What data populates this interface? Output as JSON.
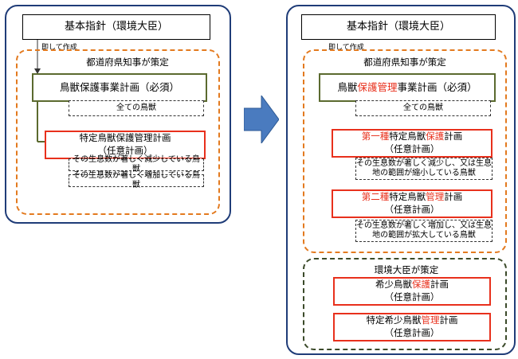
{
  "left": {
    "top_box": "基本指針（環境大臣）",
    "flow_label": "即して作成",
    "prefecture_label": "都道府県知事が策定",
    "plan_required": "鳥獣保護事業計画（必須）",
    "all_birds": "全ての鳥獣",
    "specified_plan_line1": "特定鳥獣保護管理計画",
    "specified_plan_line2": "（任意計画）",
    "note_decreasing": "その生息数が著しく減少している鳥獣",
    "note_increasing": "その生息数が著しく増加している鳥獣"
  },
  "right": {
    "top_box": "基本指針（環境大臣）",
    "flow_label": "即して作成",
    "prefecture_label": "都道府県知事が策定",
    "plan_required": {
      "pre": "鳥獣",
      "hl": "保護管理",
      "post": "事業計画（必須）"
    },
    "all_birds": "全ての鳥獣",
    "plan1": {
      "hl1": "第一種",
      "mid": "特定鳥獣",
      "hl2": "保護",
      "post": "計画",
      "line2": "（任意計画）"
    },
    "note1_line1": "その生息数が著しく減少し、又は生息",
    "note1_line2": "地の範囲が縮小している鳥獣",
    "plan2": {
      "hl1": "第二種",
      "mid": "特定鳥獣",
      "hl2": "管理",
      "post": "計画",
      "line2": "（任意計画）"
    },
    "note2_line1": "その生息数が著しく増加し、又は生息",
    "note2_line2": "地の範囲が拡大している鳥獣",
    "minister_label": "環境大臣が策定",
    "plan3": {
      "pre": "希少鳥獣",
      "hl": "保護",
      "post": "計画",
      "line2": "（任意計画）"
    },
    "plan4": {
      "pre": "特定希少鳥獣",
      "hl": "管理",
      "post": "計画",
      "line2": "（任意計画）"
    }
  },
  "colors": {
    "panel_border": "#1f3c78",
    "arrow": "#4a7bbf",
    "orange_region": "#e37a1f",
    "red_box": "#e8301c",
    "olive_box": "#5b6a2f"
  }
}
